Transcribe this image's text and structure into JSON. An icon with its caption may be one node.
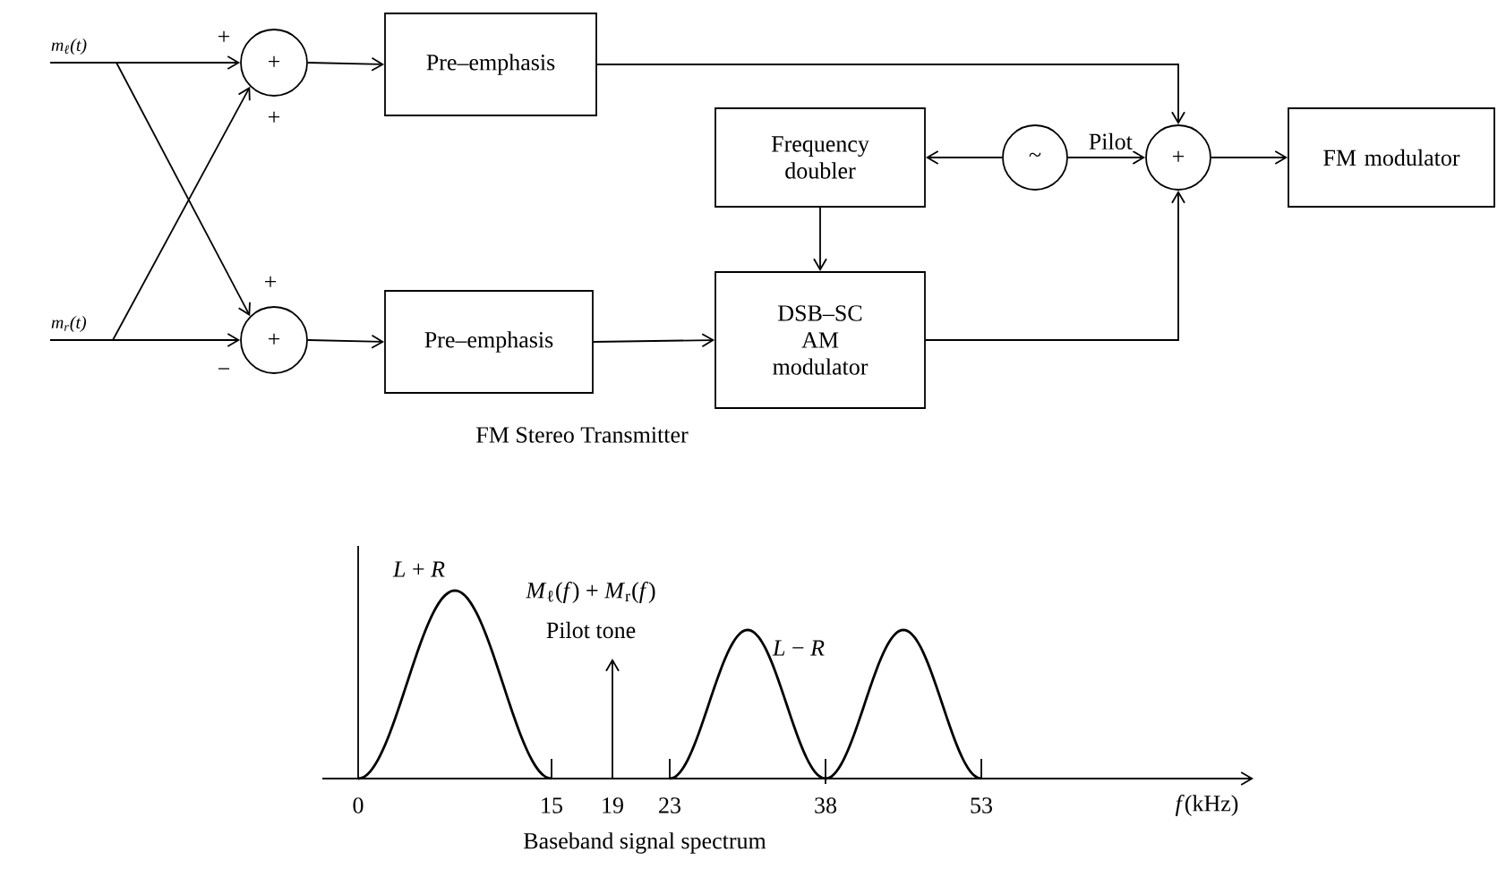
{
  "diagram": {
    "nodes": [
      {
        "text": [
          "*m*$_{ℓ}$(*t*)"
        ]
      },
      {
        "text": [
          "*m*$_{r}$(*t*)"
        ]
      },
      {
        "text": [
          "+"
        ]
      },
      {
        "text": [
          "+"
        ]
      },
      {
        "text": [
          "Pre–emphasis"
        ]
      },
      {
        "text": [
          "Pre–emphasis"
        ]
      },
      {
        "text": [
          "Frequency doubler"
        ]
      },
      {
        "text": [
          "DSB–SC AM modulator"
        ]
      },
      {
        "text": [
          "~"
        ]
      },
      {
        "text": [
          "+"
        ]
      },
      {
        "text": [
          "FM modulator"
        ]
      }
    ],
    "edges": [
      {
        "from": 0,
        "to": 2,
        "arrow": "to"
      },
      {
        "from": 0,
        "to": 3,
        "arrow": "to"
      },
      {
        "from": 1,
        "to": 3,
        "arrow": "to"
      },
      {
        "from": 1,
        "to": 2,
        "arrow": "to"
      },
      {
        "from": 2,
        "to": 4,
        "arrow": "to"
      },
      {
        "from": 3,
        "to": 5,
        "arrow": "to"
      },
      {
        "from": 4,
        "to": 9,
        "arrow": "to"
      },
      {
        "from": 5,
        "to": 7,
        "arrow": "to"
      },
      {
        "from": 6,
        "to": 7,
        "arrow": "to"
      },
      {
        "from": 8,
        "to": 6,
        "arrow": "to"
      },
      {
        "from": 8,
        "to": 9,
        "arrow": "to",
        "label": "Pilot"
      },
      {
        "from": 7,
        "to": 9,
        "arrow": "to"
      },
      {
        "from": 9,
        "to": 10,
        "arrow": "to"
      }
    ],
    "labels": [
      "+",
      "+",
      "+",
      "−",
      "FM Stereo Transmitter",
      "*L* + *R*",
      "*M*$_{ℓ}$(*f*) + *M*$_{r}$(*f*)",
      "Pilot tone",
      "*L* − *R*",
      "0",
      "15",
      "19",
      "23",
      "38",
      "53",
      "*f*(kHz)",
      "Baseband signal spectrum"
    ]
  }
}
